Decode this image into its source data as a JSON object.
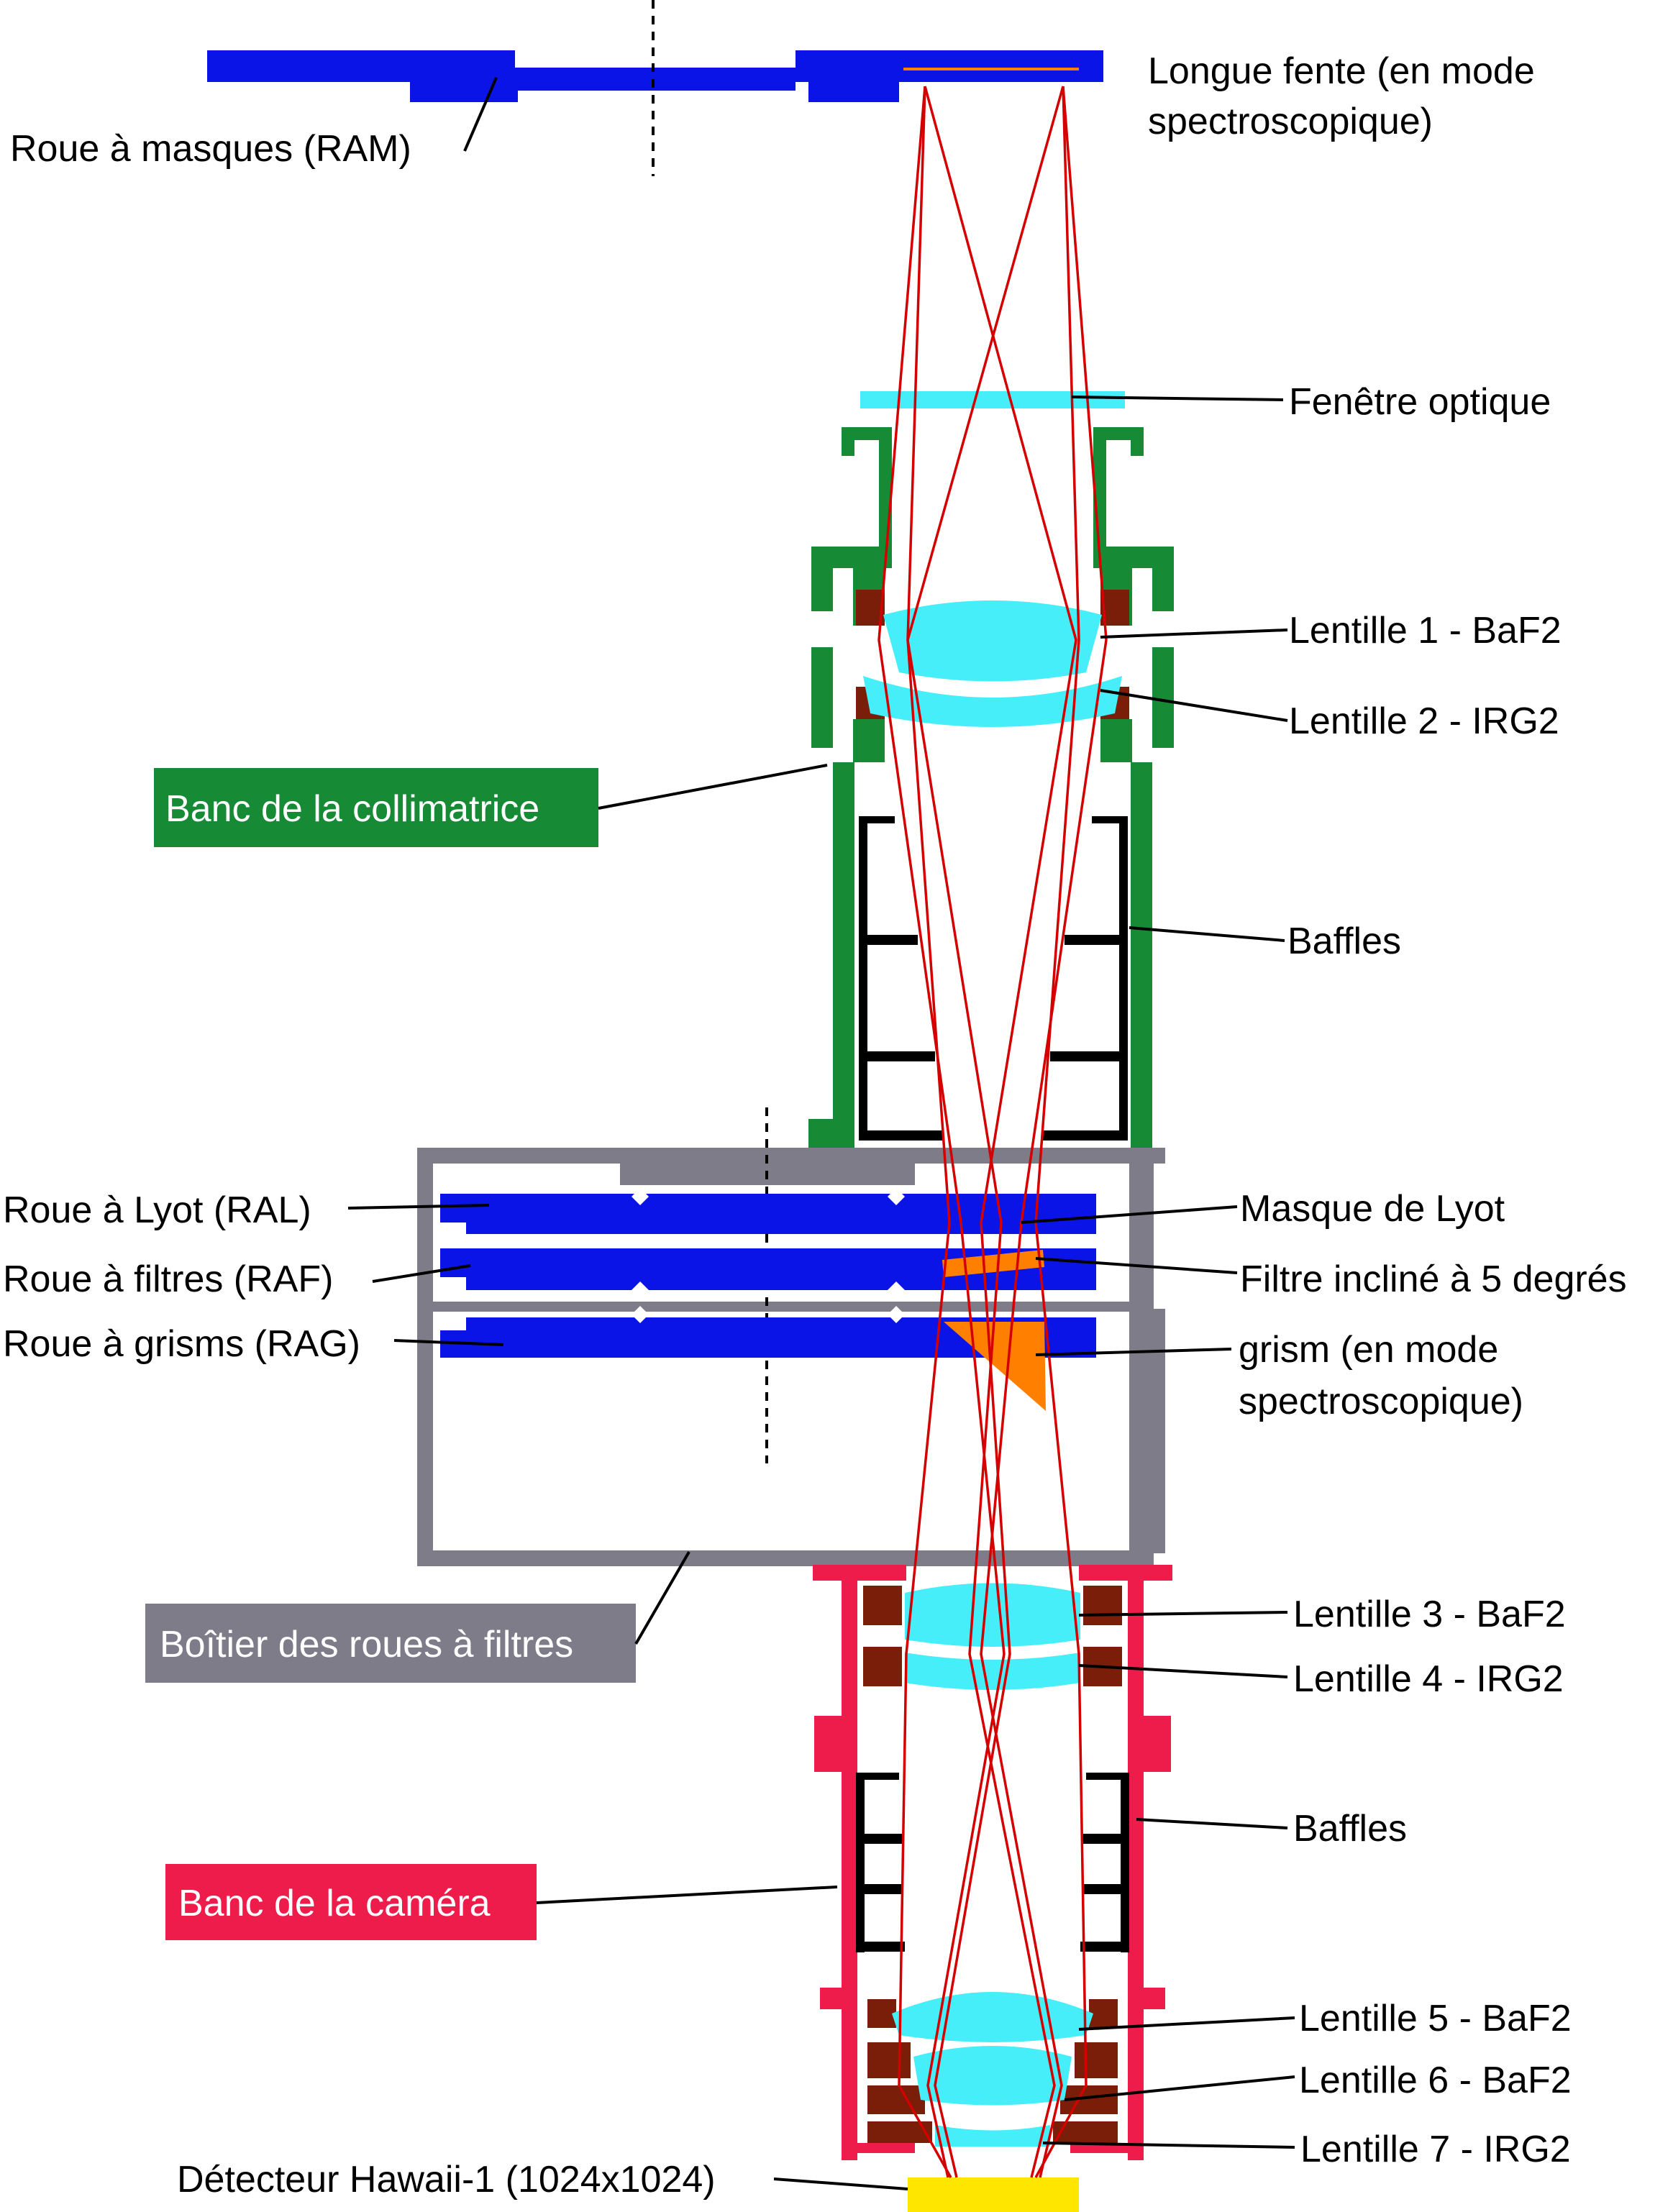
{
  "colors": {
    "wheel": "#0a14e6",
    "lens": "#45eef8",
    "collimator": "#168a35",
    "camera": "#ee1c4a",
    "housing": "#7f7c8a",
    "mount": "#7a1e0a",
    "baffle": "#000000",
    "ray": "#d40000",
    "filter": "#ff8000",
    "detector": "#ffe600"
  },
  "labels": {
    "ram": "Roue à masques (RAM)",
    "slit_line1": "Longue fente (en mode",
    "slit_line2": "spectroscopique)",
    "window": "Fenêtre optique",
    "lens1": "Lentille 1 - BaF2",
    "lens2": "Lentille 2 - IRG2",
    "collimator_bench": "Banc de la collimatrice",
    "baffles_top": "Baffles",
    "lyot_wheel": "Roue à Lyot (RAL)",
    "lyot_mask": "Masque de Lyot",
    "filter_wheel": "Roue à filtres (RAF)",
    "tilted_filter": "Filtre incliné à 5 degrés",
    "grism_wheel": "Roue à grisms (RAG)",
    "grism_line1": "grism (en mode",
    "grism_line2": "spectroscopique)",
    "filter_box": "Boîtier des roues à filtres",
    "lens3": "Lentille 3 - BaF2",
    "lens4": "Lentille 4 - IRG2",
    "baffles_bottom": "Baffles",
    "camera_bench": "Banc de la caméra",
    "lens5": "Lentille 5 - BaF2",
    "lens6": "Lentille 6 - BaF2",
    "lens7": "Lentille 7 - IRG2",
    "detector": "Détecteur Hawaii-1 (1024x1024)"
  }
}
